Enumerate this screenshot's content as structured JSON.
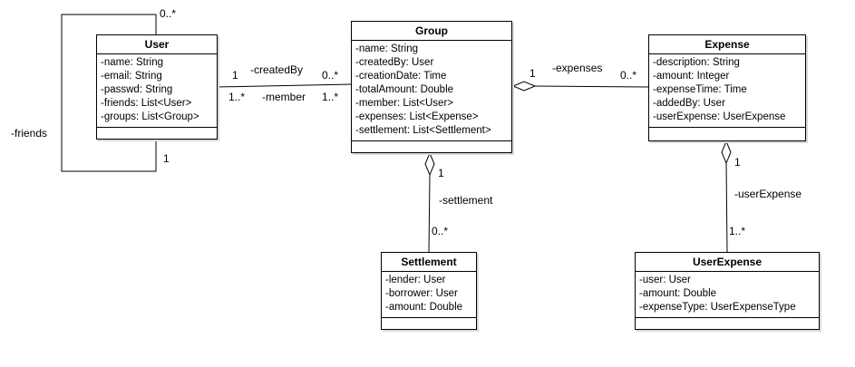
{
  "classes": {
    "user": {
      "name": "User",
      "attributes": [
        "-name: String",
        "-email: String",
        "-passwd: String",
        "-friends: List<User>",
        "-groups: List<Group>"
      ]
    },
    "group": {
      "name": "Group",
      "attributes": [
        "-name: String",
        "-createdBy: User",
        "-creationDate: Time",
        "-totalAmount: Double",
        "-member: List<User>",
        "-expenses: List<Expense>",
        "-settlement: List<Settlement>"
      ]
    },
    "expense": {
      "name": "Expense",
      "attributes": [
        "-description: String",
        "-amount: Integer",
        "-expenseTime: Time",
        "-addedBy: User",
        "-userExpense: UserExpense"
      ]
    },
    "settlement": {
      "name": "Settlement",
      "attributes": [
        "-lender: User",
        "-borrower: User",
        "-amount: Double"
      ]
    },
    "userexpense": {
      "name": "UserExpense",
      "attributes": [
        "-user: User",
        "-amount: Double",
        "-expenseType: UserExpenseType"
      ]
    }
  },
  "relations": {
    "friends": {
      "role": "-friends",
      "mult_top": "0..*",
      "mult_bottom": "1"
    },
    "created_by": {
      "role": "-createdBy",
      "mult_user": "1",
      "mult_group": "0..*"
    },
    "member": {
      "role": "-member",
      "mult_user": "1..*",
      "mult_group": "1..*"
    },
    "expenses": {
      "role": "-expenses",
      "mult_group": "1",
      "mult_expense": "0..*"
    },
    "settlement": {
      "role": "-settlement",
      "mult_group": "1",
      "mult_settlement": "0..*"
    },
    "user_expense": {
      "role": "-userExpense",
      "mult_expense": "1",
      "mult_userexpense": "1..*"
    }
  }
}
